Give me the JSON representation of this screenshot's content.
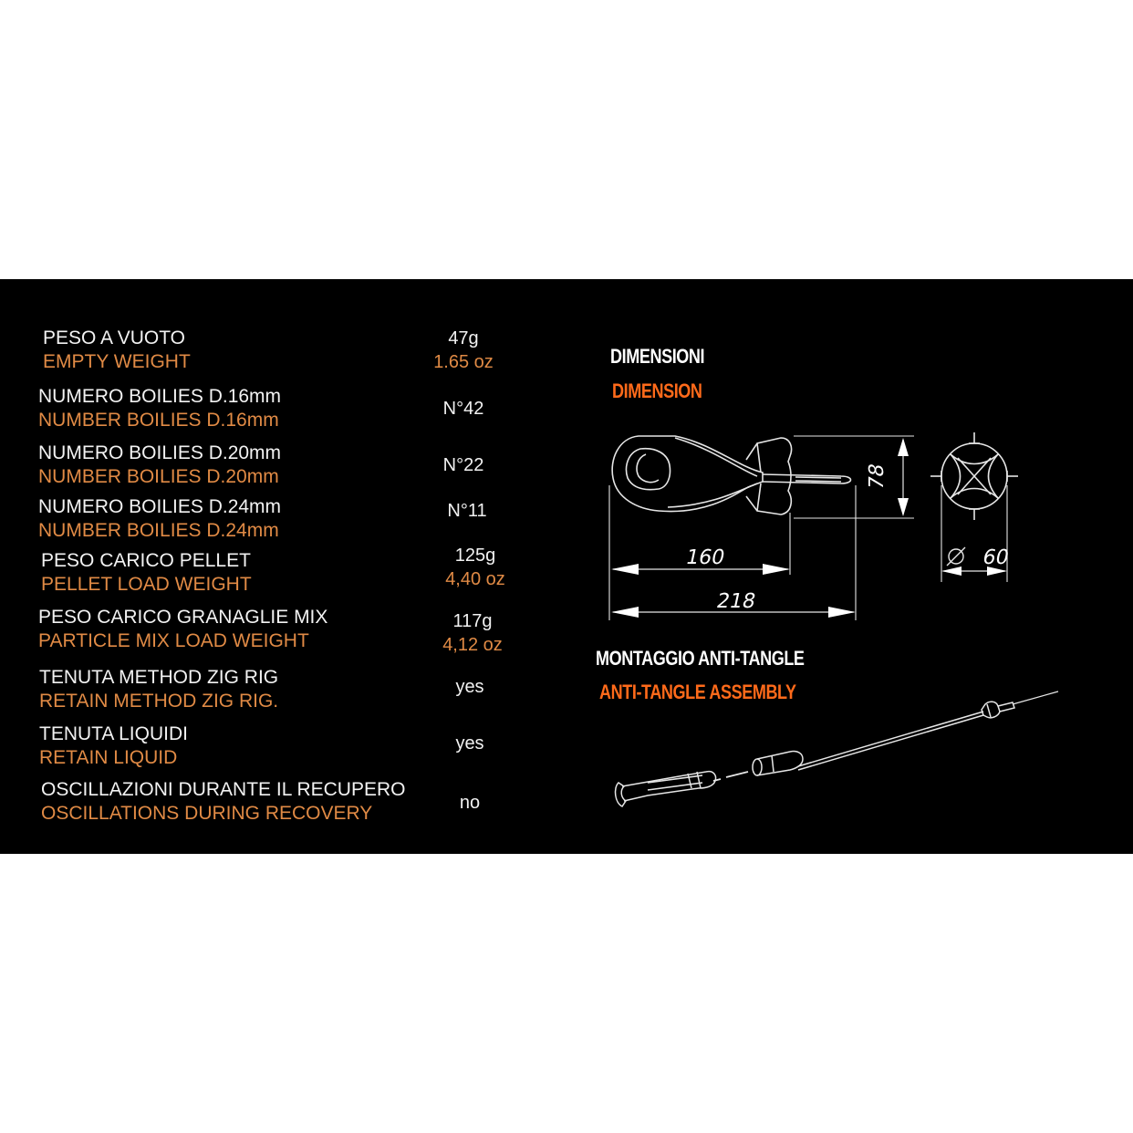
{
  "specs": [
    {
      "it": "PESO A VUOTO",
      "en": "EMPTY WEIGHT",
      "value_a": "47g",
      "value_b": "1.65 oz"
    },
    {
      "it": "NUMERO BOILIES D.16mm",
      "en": "NUMBER BOILIES  D.16mm",
      "value_a": "N°42",
      "value_b": ""
    },
    {
      "it": "NUMERO BOILIES  D.20mm",
      "en": "NUMBER BOILIES D.20mm",
      "value_a": "N°22",
      "value_b": ""
    },
    {
      "it": "NUMERO BOILIES D.24mm",
      "en": "NUMBER BOILIES  D.24mm",
      "value_a": "N°11",
      "value_b": ""
    },
    {
      "it": "PESO CARICO PELLET",
      "en": "PELLET LOAD WEIGHT",
      "value_a": "125g",
      "value_b": "4,40 oz"
    },
    {
      "it": "PESO CARICO GRANAGLIE MIX",
      "en": "PARTICLE MIX LOAD WEIGHT",
      "value_a": "117g",
      "value_b": "4,12 oz"
    },
    {
      "it": "TENUTA METHOD ZIG RIG",
      "en": "RETAIN METHOD ZIG RIG.",
      "value_a": "yes",
      "value_b": ""
    },
    {
      "it": "TENUTA LIQUIDI",
      "en": "RETAIN LIQUID",
      "value_a": "yes",
      "value_b": ""
    },
    {
      "it": "OSCILLAZIONI DURANTE IL RECUPERO",
      "en": "OSCILLATIONS DURING RECOVERY",
      "value_a": "no",
      "value_b": ""
    }
  ],
  "dimension": {
    "title_it": "DIMENSIONI",
    "title_en": "DIMENSION",
    "height_label": "78",
    "length_short": "160",
    "length_total": "218",
    "diameter_label": "60"
  },
  "assembly": {
    "title_it": "MONTAGGIO ANTI-TANGLE",
    "title_en": "ANTI-TANGLE ASSEMBLY"
  },
  "colors": {
    "background": "#000000",
    "label_it": "#f2f2f2",
    "label_en": "#e08a45",
    "heading_en": "#ff6a1a"
  }
}
